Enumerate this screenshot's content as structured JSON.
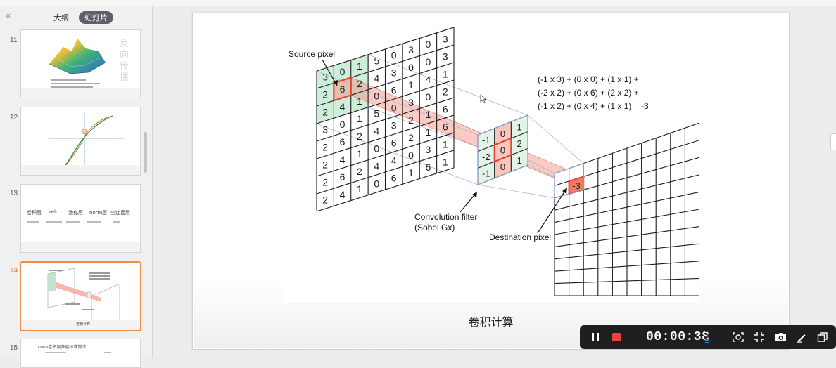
{
  "panel": {
    "collapse_glyph": "«",
    "tabs": [
      {
        "label": "大纲",
        "active": false
      },
      {
        "label": "幻灯片",
        "active": true
      }
    ]
  },
  "thumbnails": [
    {
      "number": "11",
      "vertical_title": [
        "反",
        "向",
        "传",
        "播"
      ],
      "active": false
    },
    {
      "number": "12",
      "active": false
    },
    {
      "number": "13",
      "headers": [
        "卷积层",
        "relu",
        "池化层",
        "norm层",
        "全连接层"
      ],
      "active": false
    },
    {
      "number": "14",
      "caption": "卷积计算",
      "active": true
    },
    {
      "number": "15",
      "title": "conv卷积层各层标准算法",
      "active": false
    }
  ],
  "slide": {
    "caption": "卷积计算",
    "figure": {
      "source_label": "Source pixel",
      "filter_label_line1": "Convolution filter",
      "filter_label_line2": "(Sobel Gx)",
      "destination_label": "Destination pixel",
      "equation_lines": [
        "(-1 x 3) + (0 x 0) + (1 x 1) +",
        "(-2 x 2) + (0 x 6) + (2 x 2) +",
        "(-1 x 2) + (0 x 4) + (1 x 1)  = -3"
      ],
      "source_grid": [
        [
          "3",
          "0",
          "1",
          "5",
          "0",
          "3",
          "0",
          "3"
        ],
        [
          "2",
          "6",
          "2",
          "4",
          "3",
          "0",
          "0",
          "3"
        ],
        [
          "2",
          "4",
          "1",
          "0",
          "6",
          "1",
          "4",
          "1"
        ],
        [
          "3",
          "0",
          "1",
          "5",
          "0",
          "3",
          "0",
          "2"
        ],
        [
          "2",
          "6",
          "2",
          "4",
          "3",
          "2",
          "1",
          "6"
        ],
        [
          "2",
          "4",
          "1",
          "0",
          "6",
          "2",
          "1",
          "6"
        ],
        [
          "2",
          "6",
          "2",
          "4",
          "4",
          "0",
          "3",
          "1"
        ],
        [
          "2",
          "4",
          "1",
          "0",
          "6",
          "1",
          "6",
          "1"
        ]
      ],
      "filter_grid": [
        [
          "-1",
          "0",
          "1"
        ],
        [
          "-2",
          "0",
          "2"
        ],
        [
          "-1",
          "0",
          "1"
        ]
      ],
      "destination_value": "-3"
    }
  },
  "recorder": {
    "time": "00:00:38",
    "buttons": [
      "pause-icon",
      "stop-icon",
      "screen-capture-icon",
      "fullscreen-exit-icon",
      "camera-icon",
      "pen-icon",
      "window-icon"
    ],
    "stop_color": "#e8453c"
  }
}
